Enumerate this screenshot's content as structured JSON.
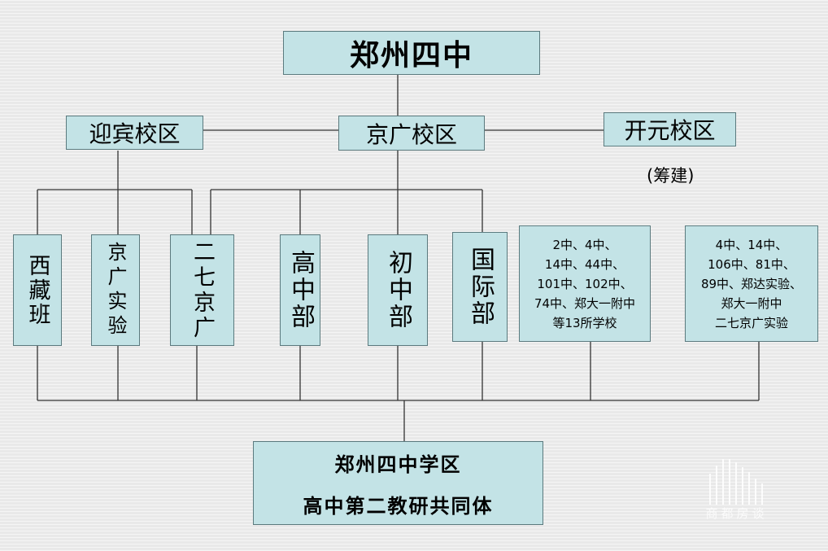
{
  "top": {
    "title": "郑州四中"
  },
  "campuses": {
    "yingbin": "迎宾校区",
    "jingguang": "京广校区",
    "kaiyuan": "开元校区",
    "kaiyuan_note": "(筹建)"
  },
  "units": {
    "xizang": "西藏班",
    "jingguang_shiyan": "京广实验",
    "erqi_jingguang": "二七京广",
    "gaozhong": "高中部",
    "chuzhong": "初中部",
    "guoji": "国际部"
  },
  "partner_group_1": [
    "2中、4中、",
    "14中、44中、",
    "101中、102中、",
    "74中、郑大一附中",
    "等13所学校"
  ],
  "partner_group_2": [
    "4中、14中、",
    "106中、81中、",
    "89中、郑达实验、",
    "郑大一附中",
    "二七京广实验"
  ],
  "bottom": {
    "line1": "郑州四中学区",
    "line2": "高中第二教研共同体"
  },
  "colors": {
    "box_fill": "#c3e3e6",
    "box_border": "#5b7a7e",
    "connector": "#333333",
    "background": "#e9e9e9"
  }
}
